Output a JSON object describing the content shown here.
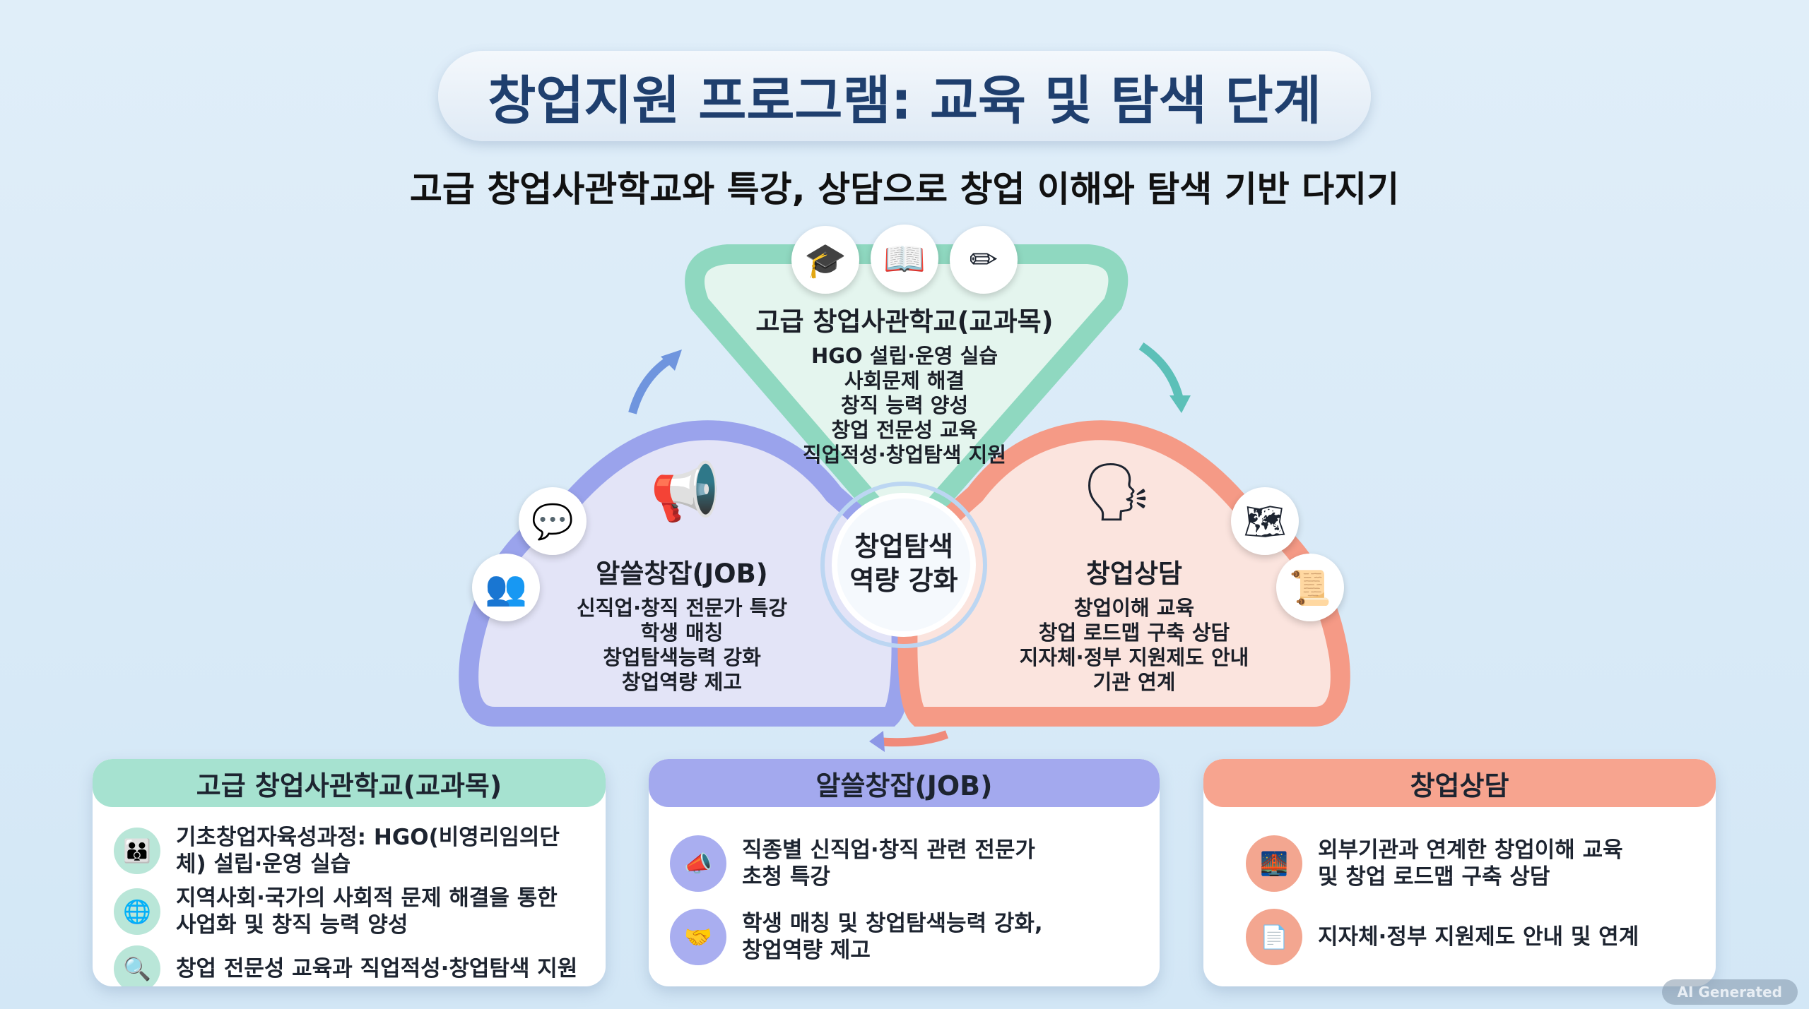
{
  "title": "창업지원 프로그램: 교육 및 탐색 단계",
  "subtitle": "고급 창업사관학교와 특강, 상담으로 창업 이해와 탐색 기반 다지기",
  "diagram": {
    "top": {
      "heading": "고급 창업사관학교(교과목)",
      "lines": [
        "HGO 설립·운영 실습",
        "사회문제 해결",
        "창직 능력 양성",
        "창업 전문성 교육",
        "직업적성·창업탐색 지원"
      ],
      "icons": [
        "graduation-cap-icon",
        "book-icon",
        "pencil-icon"
      ],
      "color": "#8fd8c0"
    },
    "left": {
      "heading": "알쓸창잡(JOB)",
      "lines": [
        "신직업·창직 전문가 특강",
        "학생 매칭",
        "창업탐색능력 강화",
        "창업역량 제고"
      ],
      "icons": [
        "megaphone-icon",
        "chat-bubble-icon",
        "group-icon"
      ],
      "color": "#9aa3ec"
    },
    "right": {
      "heading": "창업상담",
      "lines": [
        "창업이해 교육",
        "창업 로드맵 구축 상담",
        "지자체·정부 지원제도 안내",
        "기관 연계"
      ],
      "icons": [
        "consultation-icon",
        "map-icon",
        "certificate-icon"
      ],
      "color": "#f59a86"
    },
    "center": {
      "line1": "창업탐색",
      "line2": "역량 강화"
    }
  },
  "cards": [
    {
      "title": "고급 창업사관학교(교과목)",
      "color": "#a6e2d0",
      "icon_bg": "#b9e6d8",
      "items": [
        {
          "icon": "people-network-icon",
          "text": "기초창업자육성과정: HGO(비영리임의단체) 설립·운영 실습"
        },
        {
          "icon": "globe-icon",
          "text": "지역사회·국가의 사회적 문제 해결을 통한 사업화 및 창직 능력 양성"
        },
        {
          "icon": "magnifier-icon",
          "text": "창업 전문성 교육과 직업적성·창업탐색 지원"
        }
      ]
    },
    {
      "title": "알쓸창잡(JOB)",
      "color": "#a3a9ee",
      "icon_bg": "#a9aef0",
      "items": [
        {
          "icon": "megaphone-icon",
          "text": "직종별 신직업·창직 관련 전문가 초청 특강"
        },
        {
          "icon": "handshake-icon",
          "text": "학생 매칭 및 창업탐색능력 강화, 창업역량 제고"
        }
      ]
    },
    {
      "title": "창업상담",
      "color": "#f7a48f",
      "icon_bg": "#f3a690",
      "items": [
        {
          "icon": "bridge-icon",
          "text": "외부기관과 연계한 창업이해 교육 및 창업 로드맵 구축 상담"
        },
        {
          "icon": "certificate-icon",
          "text": "지자체·정부 지원제도 안내 및 연계"
        }
      ]
    }
  ],
  "badge": "AI Generated"
}
